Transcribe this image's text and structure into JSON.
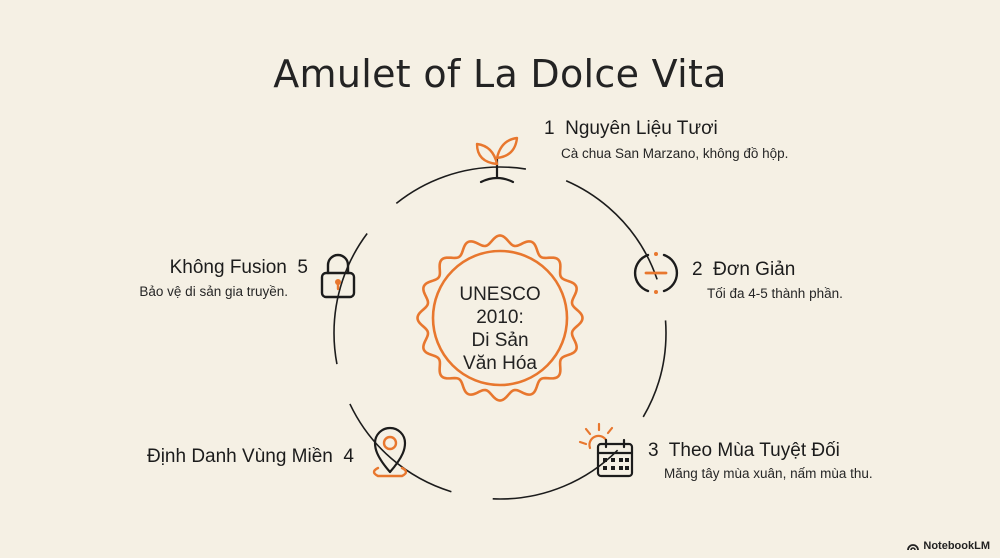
{
  "title": "Amulet of La Dolce Vita",
  "center": {
    "lines": [
      "UNESCO",
      "2010:",
      "Di Sản",
      "Văn Hóa"
    ]
  },
  "steps": [
    {
      "num": "1",
      "title": "Nguyên Liệu Tươi",
      "desc": "Cà chua San Marzano, không đồ hộp.",
      "icon": "sprout-icon"
    },
    {
      "num": "2",
      "title": "Đơn Giản",
      "desc": "Tối đa 4-5 thành phần.",
      "icon": "minus-circle-icon"
    },
    {
      "num": "3",
      "title": "Theo Mùa Tuyệt Đối",
      "desc": "Măng tây mùa xuân, nấm mùa thu.",
      "icon": "sun-calendar-icon"
    },
    {
      "num": "4",
      "title": "Định Danh Vùng Miền",
      "desc": "",
      "icon": "map-pin-icon"
    },
    {
      "num": "5",
      "title": "Không Fusion",
      "desc": "Bảo vệ di sản gia truyền.",
      "icon": "padlock-icon"
    }
  ],
  "brand": "NotebookLM",
  "colors": {
    "accent": "#e8772e",
    "ink": "#1c1c1c",
    "background": "#f5f0e4"
  }
}
